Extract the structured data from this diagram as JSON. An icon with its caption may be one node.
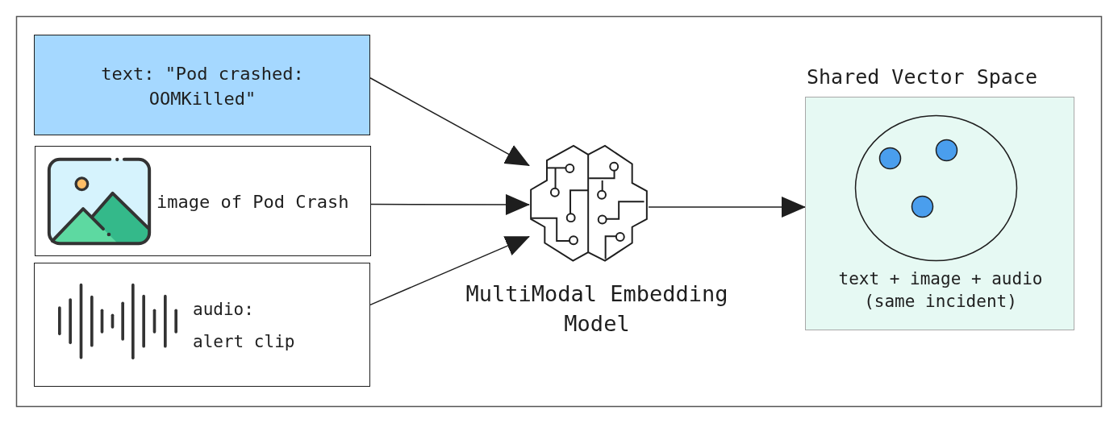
{
  "diagram": {
    "nodes": [
      {
        "text": [
          "text: \"Pod crashed: OOMKilled\""
        ]
      },
      {
        "text": [
          "image of Pod Crash"
        ]
      },
      {
        "text": [
          "audio: alert clip"
        ]
      },
      {
        "text": [],
        "shape": "picture",
        "beside": [
          "MultiModal Embedding Model"
        ]
      },
      {
        "text": [
          "Shared Vector Space",
          "text + image + audio (same incident)"
        ]
      }
    ],
    "edges": [
      {
        "from": 0,
        "to": 3,
        "arrow": "to"
      },
      {
        "from": 1,
        "to": 3,
        "arrow": "to"
      },
      {
        "from": 2,
        "to": 3,
        "arrow": "to"
      },
      {
        "from": 3,
        "to": 4,
        "arrow": "to"
      }
    ]
  }
}
